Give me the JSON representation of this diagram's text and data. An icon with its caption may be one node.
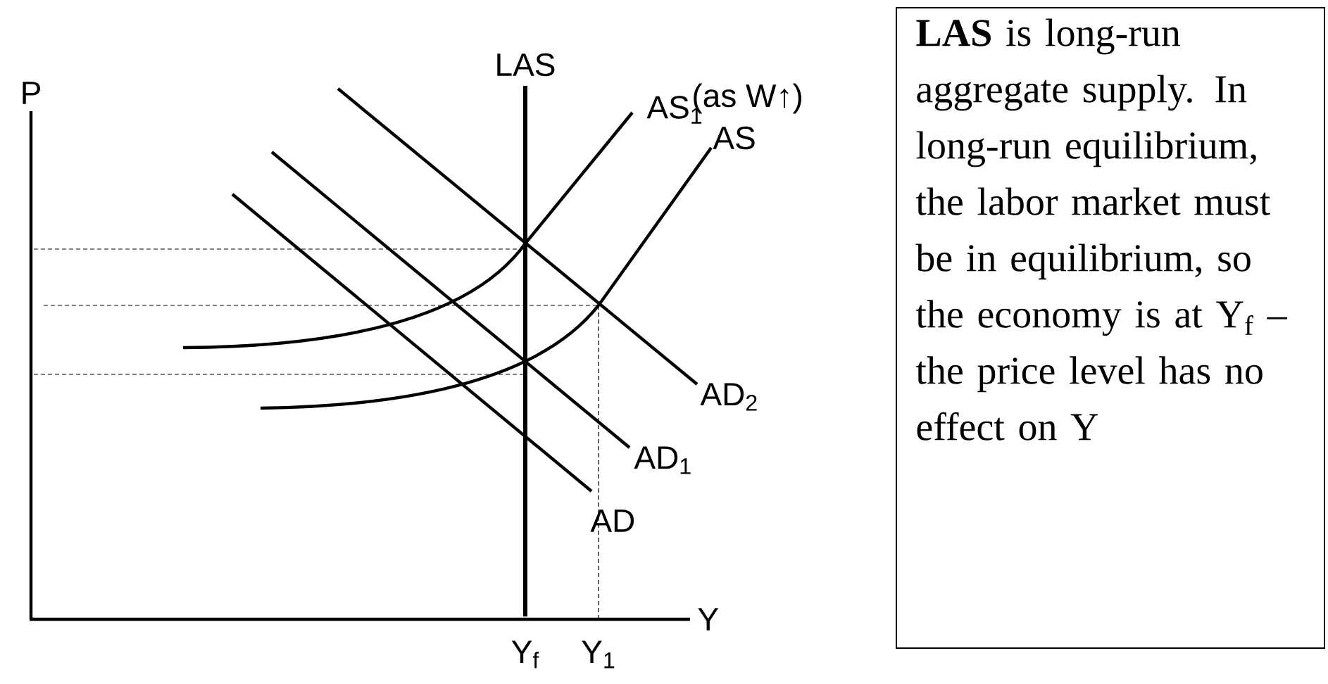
{
  "diagram": {
    "nodes": [
      {
        "text": [
          "**LAS** is long-run aggregate supply. In long-run equilibrium, the labor market must be in equilibrium, so the economy is at Y$_{f}$ – the price level has no effect on Y"
        ]
      }
    ],
    "edges": [],
    "labels": [
      "P",
      "LAS",
      "AS$_{1}$",
      "(as W↑)",
      "AS",
      "AD$_{2}$",
      "AD$_{1}$",
      "AD",
      "Y",
      "Y$_{f}$",
      "Y$_{1}$"
    ]
  }
}
